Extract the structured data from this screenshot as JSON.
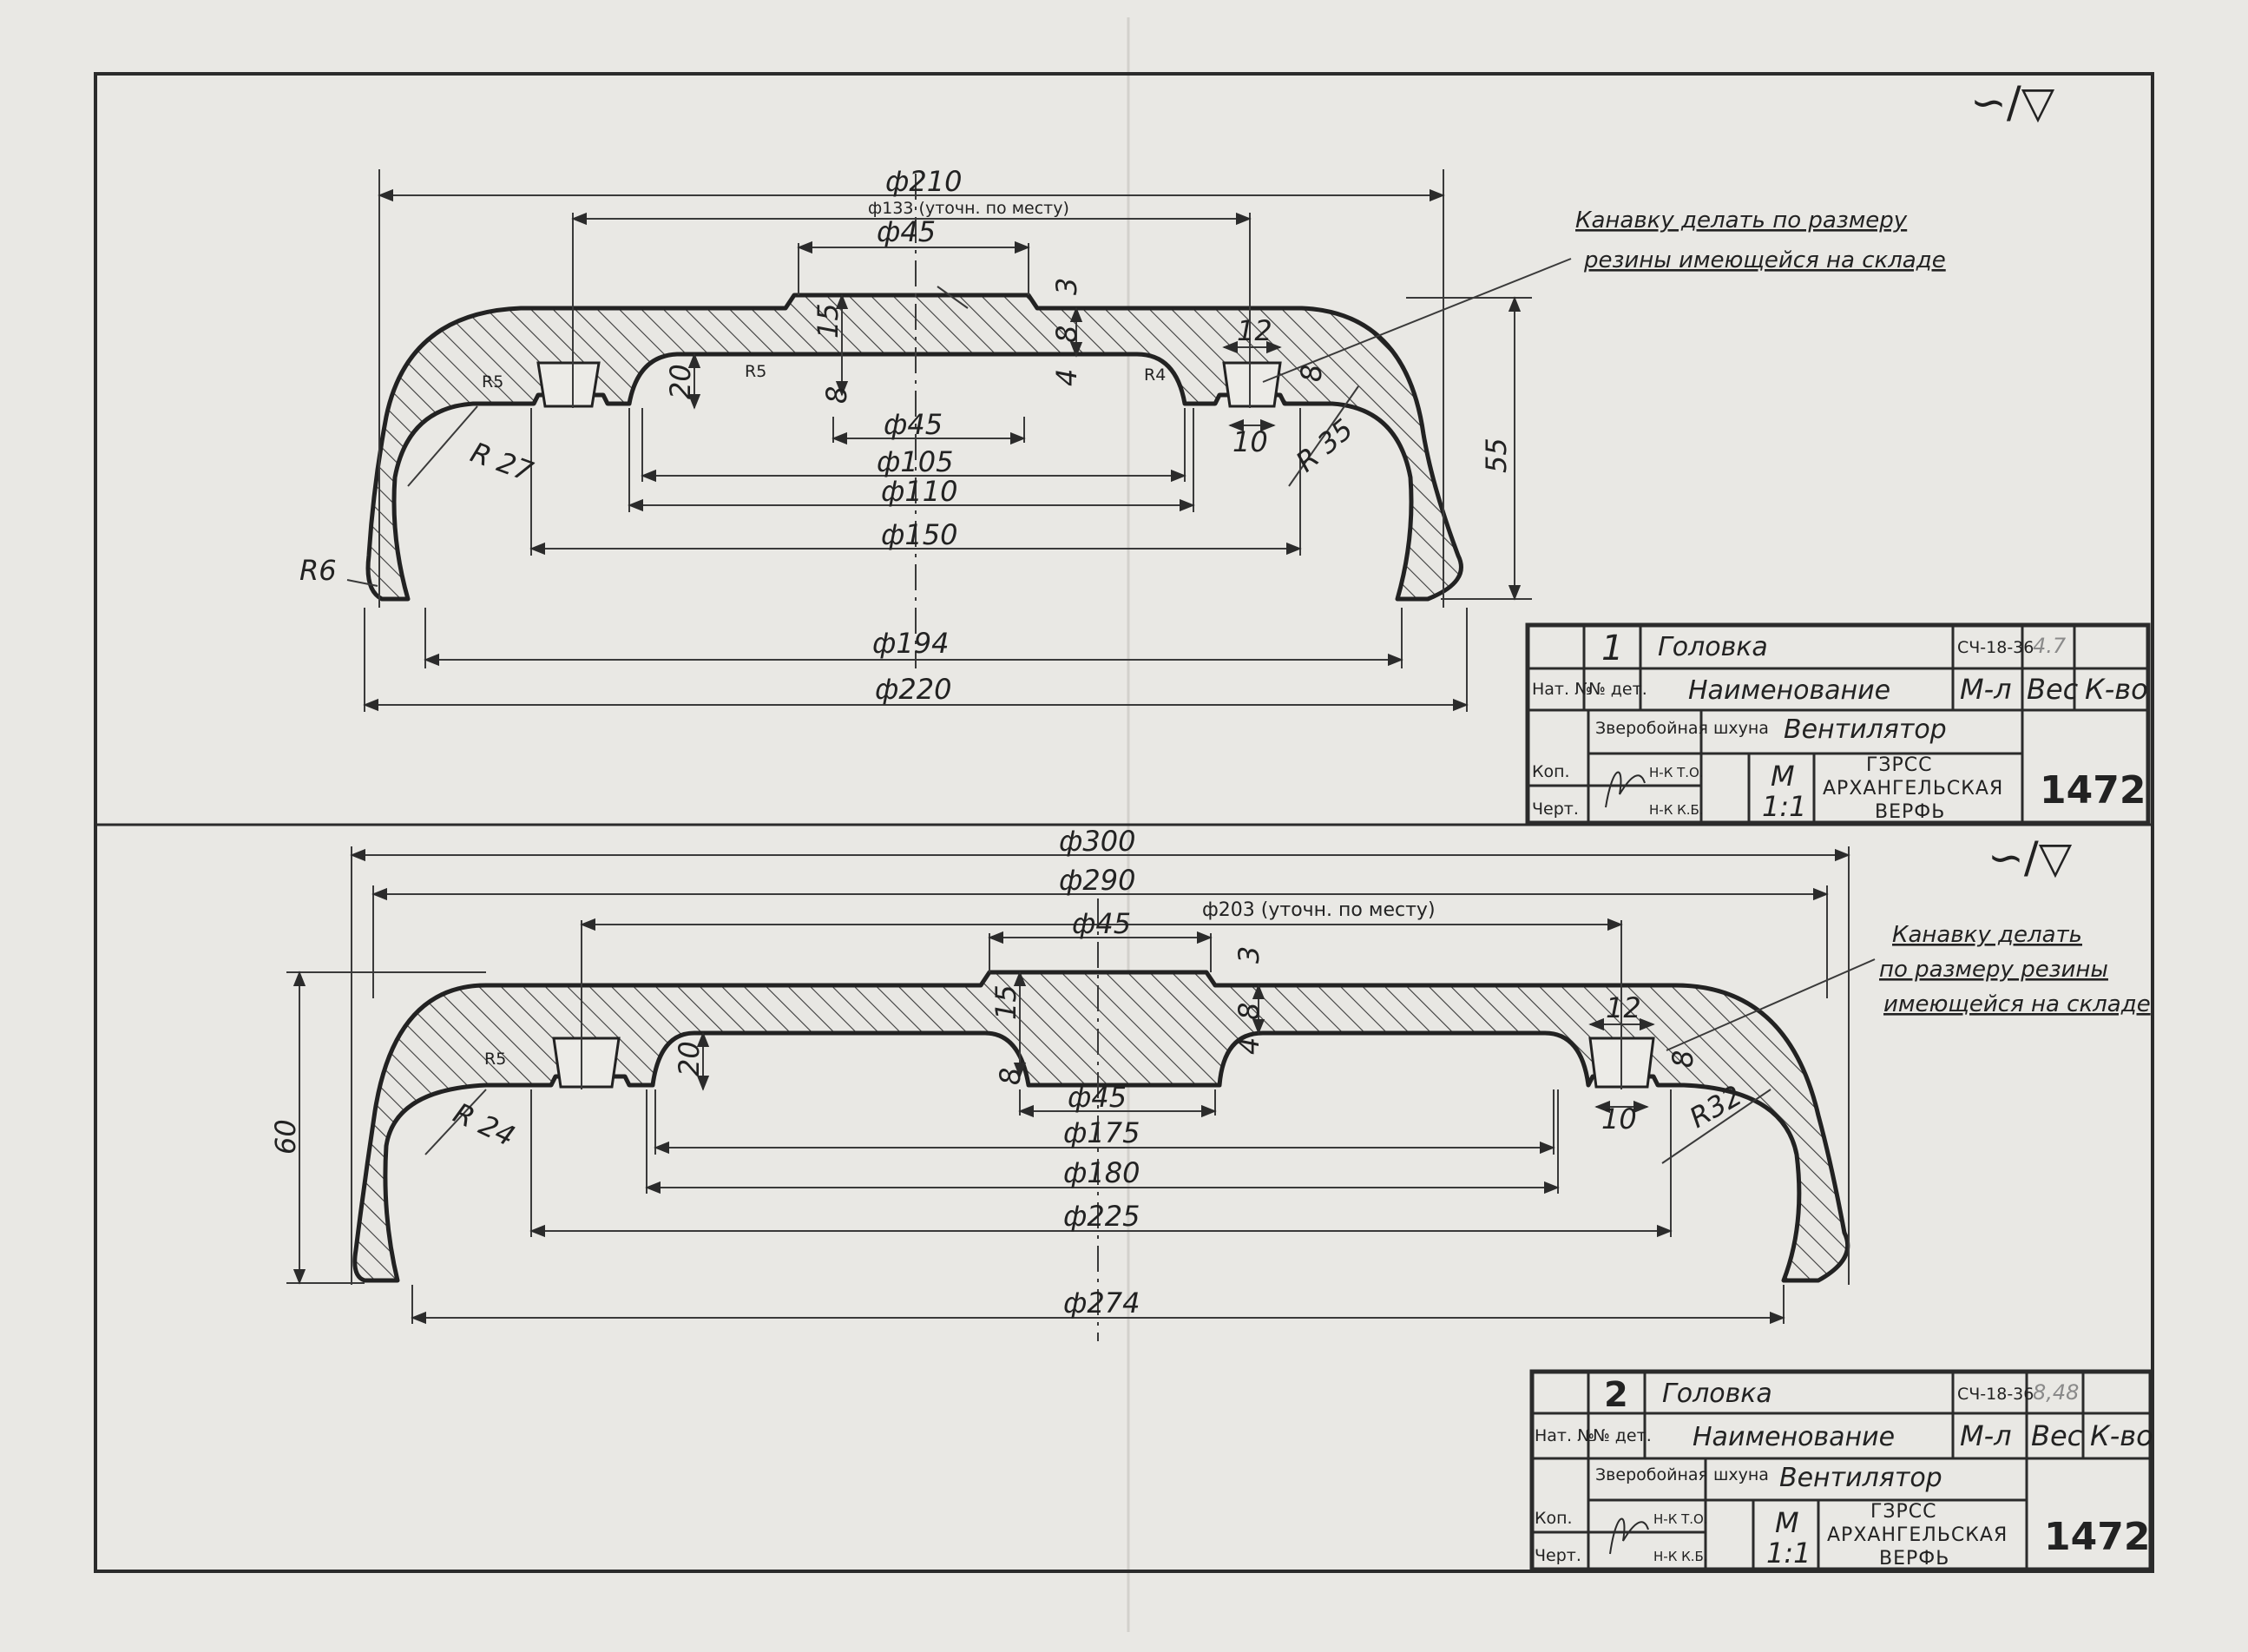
{
  "surface_mark": "∽/▽",
  "drawing_1": {
    "dims": {
      "d210": "ф210",
      "d133": "ф133 (уточн. по месту)",
      "d45_top": "ф45",
      "d45_bot": "ф45",
      "d105": "ф105",
      "d110": "ф110",
      "d150": "ф150",
      "d194": "ф194",
      "d220": "ф220",
      "h55": "55",
      "h20": "20",
      "h15": "15",
      "h8a": "8",
      "h8b": "8",
      "h8c": "8",
      "h3": "3",
      "h4": "4",
      "w12": "12",
      "w10": "10",
      "r5a": "R5",
      "r5b": "R5",
      "r4": "R4",
      "r27": "R 27",
      "r35": "R 35",
      "r6": "R6"
    },
    "note_line1": "Канавку делать по размеру",
    "note_line2": "резины имеющейся на складе",
    "title_block": {
      "position": "1",
      "name": "Головка",
      "material": "СЧ-18-36",
      "weight": "4.7",
      "hdr_pos": "Нат. №",
      "hdr_det": "№ дет.",
      "hdr_name": "Наименование",
      "hdr_mat": "М-л",
      "hdr_weight": "Вес",
      "hdr_qty": "К-во",
      "vessel": "Зверобойная шхуна",
      "assembly": "Вентилятор",
      "row_kop": "Коп.",
      "row_chert": "Черт.",
      "nk_to": "Н-К Т.О.",
      "nk_kb": "Н-К К.Б.",
      "scale_m": "М",
      "scale": "1:1",
      "org1": "ГЗРСС",
      "org2": "АРХАНГЕЛЬСКАЯ",
      "org3": "ВЕРФЬ",
      "doc_number": "1472"
    }
  },
  "drawing_2": {
    "dims": {
      "d300": "ф300",
      "d290": "ф290",
      "d45_top": "ф45",
      "d203": "ф203 (уточн. по месту)",
      "d45_bot": "ф45",
      "d175": "ф175",
      "d180": "ф180",
      "d225": "ф225",
      "d274": "ф274",
      "h60": "60",
      "h20": "20",
      "h15": "15",
      "h8a": "8",
      "h8b": "8",
      "h8c": "8",
      "h3": "3",
      "h4": "4",
      "w12": "12",
      "w10": "10",
      "r5": "R5",
      "r24": "R 24",
      "r32": "R32"
    },
    "note_line1": "Канавку делать",
    "note_line2": "по размеру резины",
    "note_line3": "имеющейся на складе",
    "title_block": {
      "position": "2",
      "name": "Головка",
      "material": "СЧ-18-36",
      "weight": "8,48",
      "hdr_pos": "Нат. №",
      "hdr_det": "№ дет.",
      "hdr_name": "Наименование",
      "hdr_mat": "М-л",
      "hdr_weight": "Вес",
      "hdr_qty": "К-во",
      "vessel": "Зверобойная шхуна",
      "assembly": "Вентилятор",
      "row_kop": "Коп.",
      "row_chert": "Черт.",
      "nk_to": "Н-К Т.О.",
      "nk_kb": "Н-К К.Б.",
      "scale_m": "М",
      "scale": "1:1",
      "org1": "ГЗРСС",
      "org2": "АРХАНГЕЛЬСКАЯ",
      "org3": "ВЕРФЬ",
      "doc_number": "1472"
    }
  }
}
